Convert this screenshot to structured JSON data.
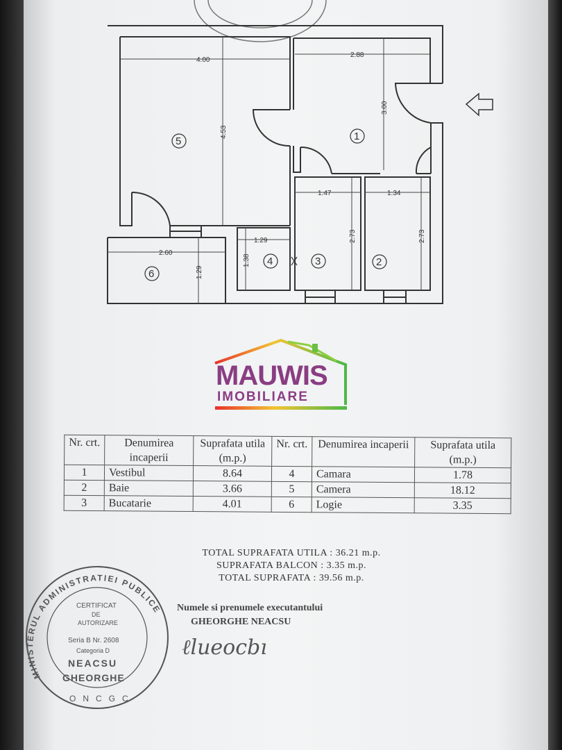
{
  "plan": {
    "dimensions": {
      "d400": "4.00",
      "d453": "4.53",
      "d288": "2.88",
      "d300": "3.00",
      "d147": "1.47",
      "d134": "1.34",
      "d273a": "2.73",
      "d273b": "2.73",
      "d129": "1.29",
      "d138": "1.38",
      "d260": "2.60",
      "d129b": "1.29"
    },
    "rooms": [
      "1",
      "2",
      "3",
      "4",
      "5",
      "6"
    ]
  },
  "logo": {
    "main": "MAUWIS",
    "sub": "IMOBILIARE",
    "colors": [
      "#e8312a",
      "#f3c433",
      "#4cb848",
      "#8a3d83"
    ]
  },
  "table": {
    "headers": [
      "Nr. crt.",
      "Denumirea incaperii",
      "Suprafata utila (m.p.)",
      "Nr. crt.",
      "Denumirea incaperii",
      "Suprafata utila (m.p.)"
    ],
    "rows": [
      [
        "1",
        "Vestibul",
        "8.64",
        "4",
        "Camara",
        "1.78"
      ],
      [
        "2",
        "Baie",
        "3.66",
        "5",
        "Camera",
        "18.12"
      ],
      [
        "3",
        "Bucatarie",
        "4.01",
        "6",
        "Logie",
        "3.35"
      ]
    ]
  },
  "totals": {
    "utila": "TOTAL SUPRAFATA UTILA : 36.21  m.p.",
    "balcon": "SUPRAFATA BALCON : 3.35 m.p.",
    "total": "TOTAL SUPRAFATA : 39.56 m.p."
  },
  "executant": {
    "label": "Numele si prenumele executantului",
    "name": "GHEORGHE NEACSU"
  },
  "stamp": {
    "ring": "MINISTERUL ADMINISTRATIEI PUBLICE",
    "bottom": "ONCGC",
    "lines": [
      "CERTIFICAT",
      "DE",
      "AUTORIZARE",
      "Seria B Nr. 2608",
      "Categoria D",
      "NEACSU",
      "GHEORGHE"
    ]
  }
}
